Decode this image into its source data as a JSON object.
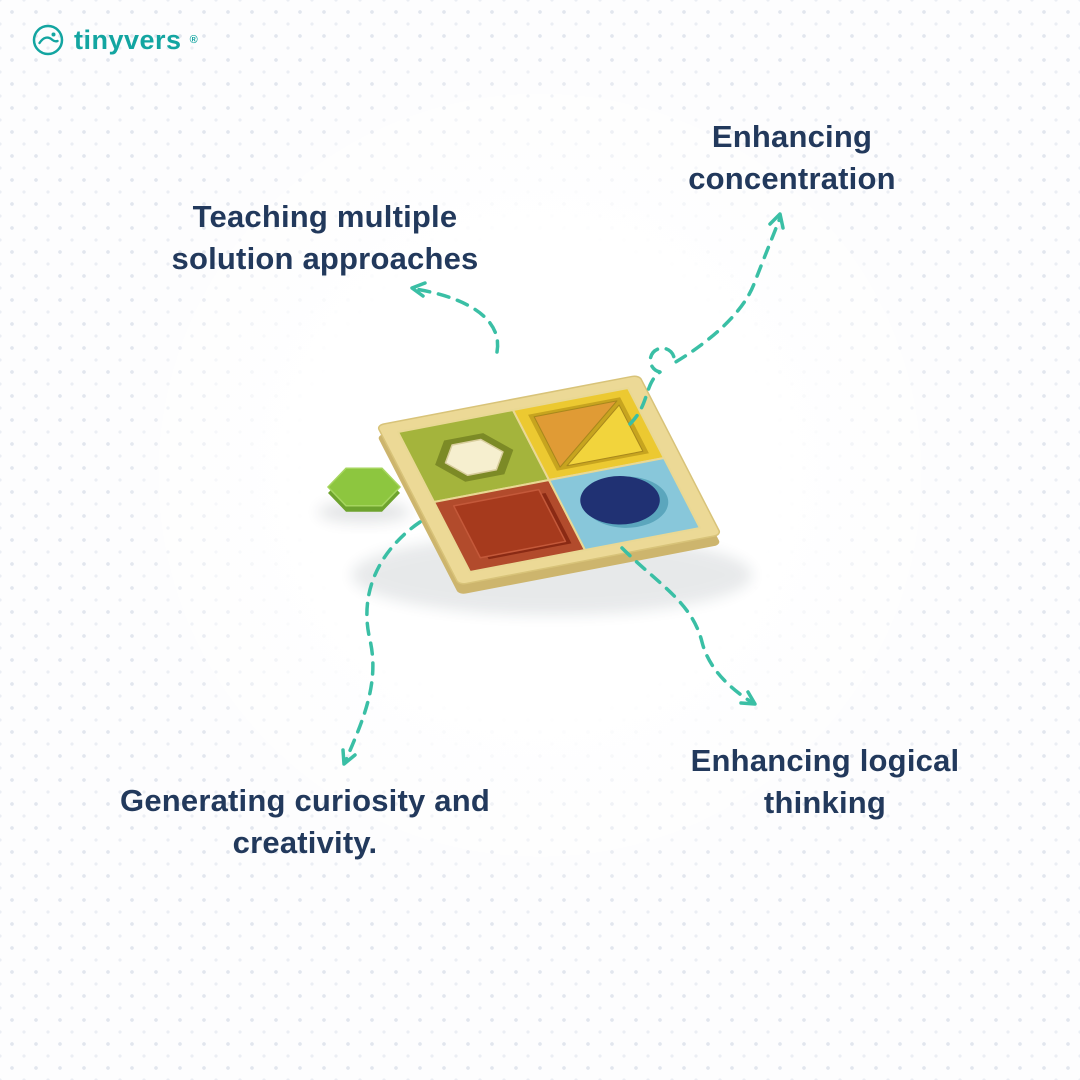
{
  "brand": {
    "name": "tinyvers",
    "registered_mark": "®",
    "color": "#13a5a1"
  },
  "benefits": {
    "top_left": {
      "text": "Teaching multiple\nsolution approaches"
    },
    "top_right": {
      "text": "Enhancing\nconcentration"
    },
    "bottom_left": {
      "text": "Generating curiosity and\ncreativity."
    },
    "bottom_right": {
      "text": "Enhancing logical\nthinking"
    }
  },
  "style": {
    "text_color": "#22395c",
    "arrow_color": "#3abfa5",
    "background_dot_color": "#e2e6ee"
  },
  "product": {
    "name": "shape-sorting-puzzle-board",
    "colors": {
      "frame": "#ecd996",
      "frame_side": "#cdb56d",
      "quadrant_green": "#a4b43c",
      "quadrant_yellow": "#ecc931",
      "quadrant_red": "#b24b2c",
      "quadrant_blue": "#88c7da",
      "hexagon_piece": "#8dc63f",
      "hexagon_piece_side": "#6ea32e",
      "hexagon_hole": "#7c8a26",
      "hexagon_inlay": "#f6efcf",
      "triangle_hole": "#c7a41f",
      "triangle_orange": "#e09b35",
      "triangle_yellow": "#f2d43c",
      "square_hole": "#8a2a14",
      "square_piece": "#a63a1d",
      "circle_hole": "#5ba6bd",
      "circle_piece": "#203173"
    }
  }
}
